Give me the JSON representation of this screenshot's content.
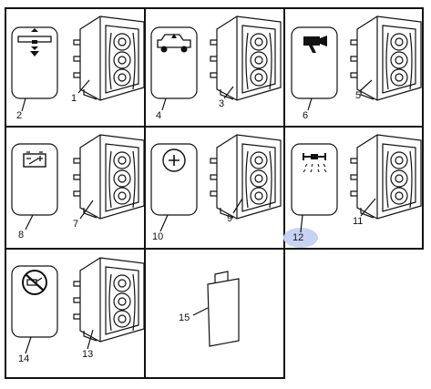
{
  "diagram": {
    "cells": [
      {
        "id": "c1",
        "cap_icon": "seat-lift-icon",
        "cap_number": "2",
        "switch_number": "1"
      },
      {
        "id": "c2",
        "cap_icon": "vehicle-lift-icon",
        "cap_number": "4",
        "switch_number": "3"
      },
      {
        "id": "c3",
        "cap_icon": "camera-icon",
        "cap_number": "6",
        "switch_number": "5"
      },
      {
        "id": "c4",
        "cap_icon": "battery-icon",
        "cap_number": "8",
        "switch_number": "7"
      },
      {
        "id": "c5",
        "cap_icon": "plus-circle-icon",
        "cap_number": "10",
        "switch_number": "9"
      },
      {
        "id": "c6",
        "cap_icon": "axle-lights-icon",
        "cap_number": "12",
        "switch_number": "11",
        "highlighted": true
      },
      {
        "id": "c7",
        "cap_icon": "circle-slash-icon",
        "cap_number": "14",
        "switch_number": "13"
      },
      {
        "id": "c8",
        "blank_cover_number": "15"
      }
    ],
    "highlight_color": "#c7d3f3"
  }
}
